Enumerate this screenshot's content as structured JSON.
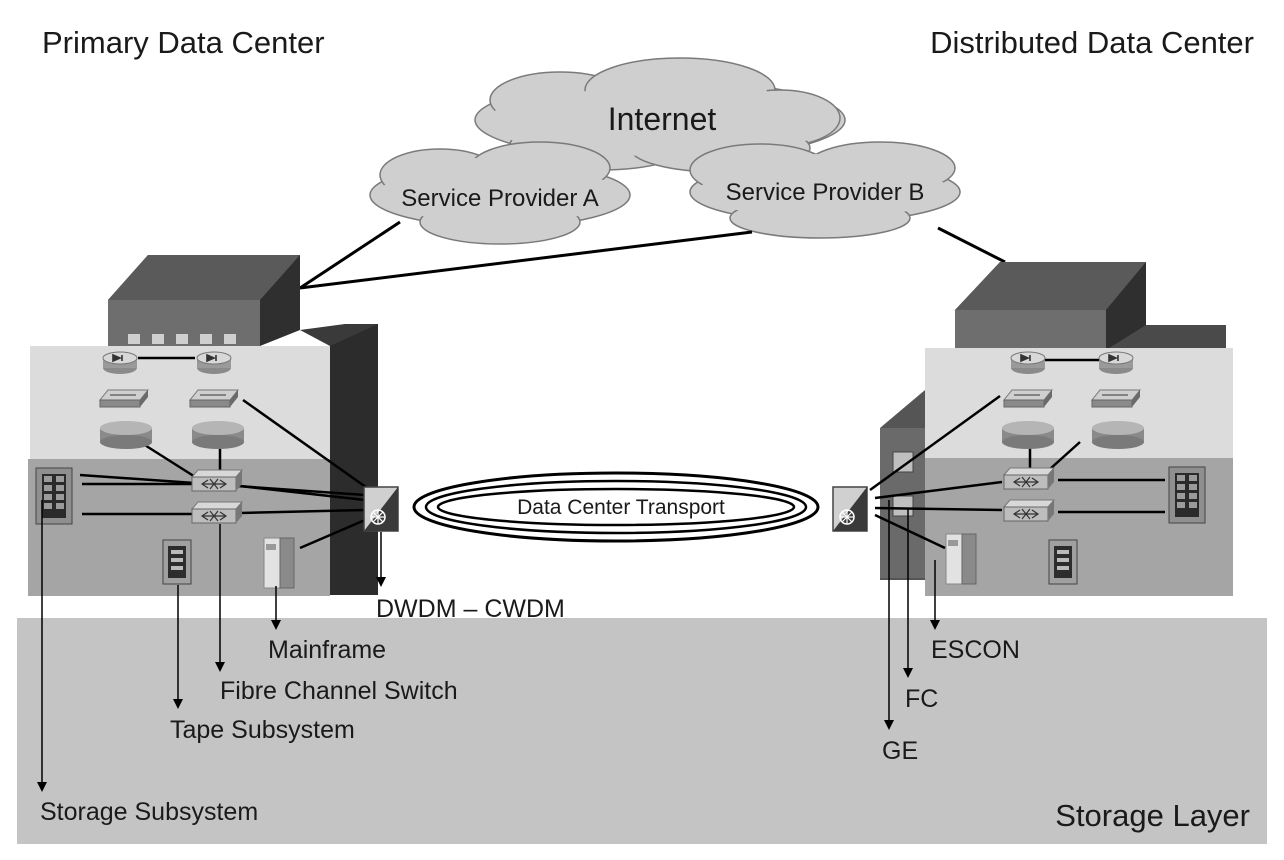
{
  "titles": {
    "primary": "Primary Data Center",
    "distributed": "Distributed Data Center",
    "storage_layer": "Storage Layer"
  },
  "clouds": {
    "internet": "Internet",
    "provider_a": "Service Provider A",
    "provider_b": "Service Provider B"
  },
  "transport": {
    "ring": "Data Center Transport",
    "optical": "DWDM – CWDM"
  },
  "primary_callouts": {
    "mainframe": "Mainframe",
    "fc_switch": "Fibre Channel Switch",
    "tape": "Tape Subsystem",
    "storage": "Storage Subsystem"
  },
  "distributed_callouts": {
    "escon": "ESCON",
    "fc": "FC",
    "ge": "GE"
  },
  "colors": {
    "storage_band": "#c4c4c4",
    "cloud": "#cfcfcf",
    "building_front": "#6e6e6e",
    "building_side": "#2f2f2f",
    "panel_light": "#dcdcdc",
    "panel_dark": "#a5a5a5"
  },
  "icons": [
    "router-icon",
    "switch-icon",
    "server-icon",
    "fc-switch-icon",
    "storage-array-icon",
    "tape-icon",
    "mainframe-icon",
    "optical-mux-icon",
    "cloud-icon"
  ]
}
